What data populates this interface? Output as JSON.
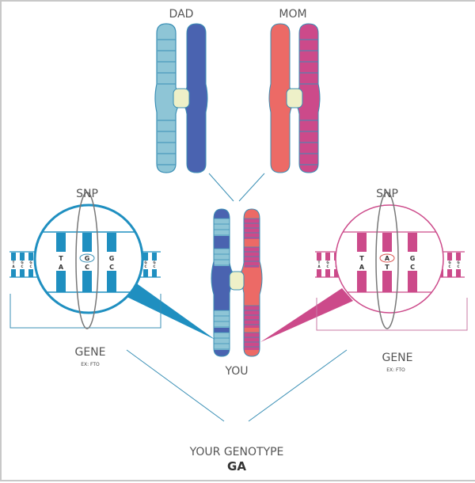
{
  "labels": {
    "dad": "DAD",
    "mom": "MOM",
    "you": "YOU",
    "snp_left": "SNP",
    "snp_right": "SNP",
    "gene_left": "GENE",
    "gene_left_example": "EX: FTO",
    "gene_right": "GENE",
    "gene_right_example": "EX: FTO",
    "genotype_title": "YOUR GENOTYPE",
    "genotype_value": "GA"
  },
  "dna_left": {
    "pairs": [
      {
        "top": "T",
        "bottom": "A"
      },
      {
        "top": "G",
        "bottom": "C",
        "highlight": true
      },
      {
        "top": "G",
        "bottom": "C"
      }
    ],
    "mini_pairs": [
      {
        "top": "T",
        "bottom": "A"
      },
      {
        "top": "G",
        "bottom": "C"
      },
      {
        "top": "G",
        "bottom": "C"
      }
    ]
  },
  "dna_right": {
    "pairs": [
      {
        "top": "T",
        "bottom": "A"
      },
      {
        "top": "A",
        "bottom": "T",
        "highlight": true
      },
      {
        "top": "G",
        "bottom": "C"
      }
    ],
    "mini_pairs": [
      {
        "top": "T",
        "bottom": "A"
      },
      {
        "top": "G",
        "bottom": "C"
      },
      {
        "top": "G",
        "bottom": "C"
      }
    ]
  },
  "colors": {
    "dad_light": "#8ec5d6",
    "dad_dark": "#4a63b0",
    "mom_coral": "#ec6a66",
    "mom_magenta": "#cc4a8a",
    "centromere": "#eef0c8",
    "outline": "#3a8fb5",
    "blue_accent": "#1f8fc0",
    "pink_accent": "#cc4a8a",
    "snp_oval": "#777777",
    "highlight_blue": "#3a8fb5",
    "highlight_red": "#d9534f"
  }
}
